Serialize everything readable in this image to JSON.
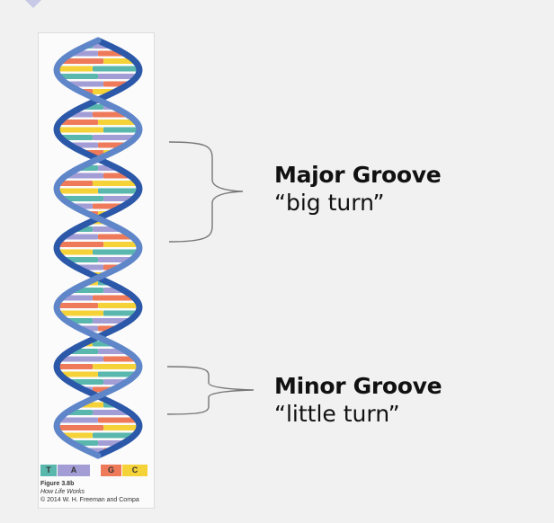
{
  "figure": {
    "legend": {
      "t": "T",
      "a": "A",
      "g": "G",
      "c": "C"
    },
    "caption_figure": "Figure 3.8b",
    "caption_book": "How Life Works",
    "caption_copyright": "© 2014 W. H. Freeman and Compa"
  },
  "grooves": [
    {
      "title": "Major Groove",
      "subtitle": "“big turn”"
    },
    {
      "title": "Minor Groove",
      "subtitle": "“little turn”"
    }
  ],
  "colors": {
    "strand": "#2b58a8",
    "strand_light": "#5f86c9",
    "t": "#5ab7ae",
    "a": "#a39dd6",
    "g": "#ee7a5a",
    "c": "#f5d238",
    "bracket": "#777777"
  }
}
